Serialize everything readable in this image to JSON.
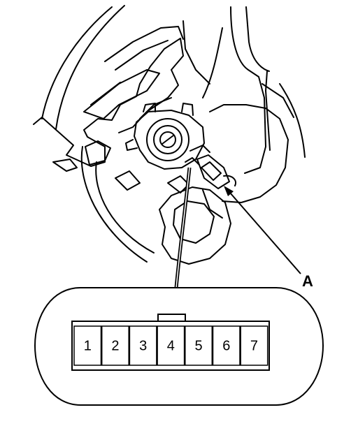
{
  "figure": {
    "callout_label": "A",
    "stroke_color": "#000000",
    "background_color": "#ffffff"
  },
  "connector": {
    "pins": [
      {
        "label": "1"
      },
      {
        "label": "2"
      },
      {
        "label": "3"
      },
      {
        "label": "4"
      },
      {
        "label": "5"
      },
      {
        "label": "6"
      },
      {
        "label": "7"
      }
    ]
  }
}
